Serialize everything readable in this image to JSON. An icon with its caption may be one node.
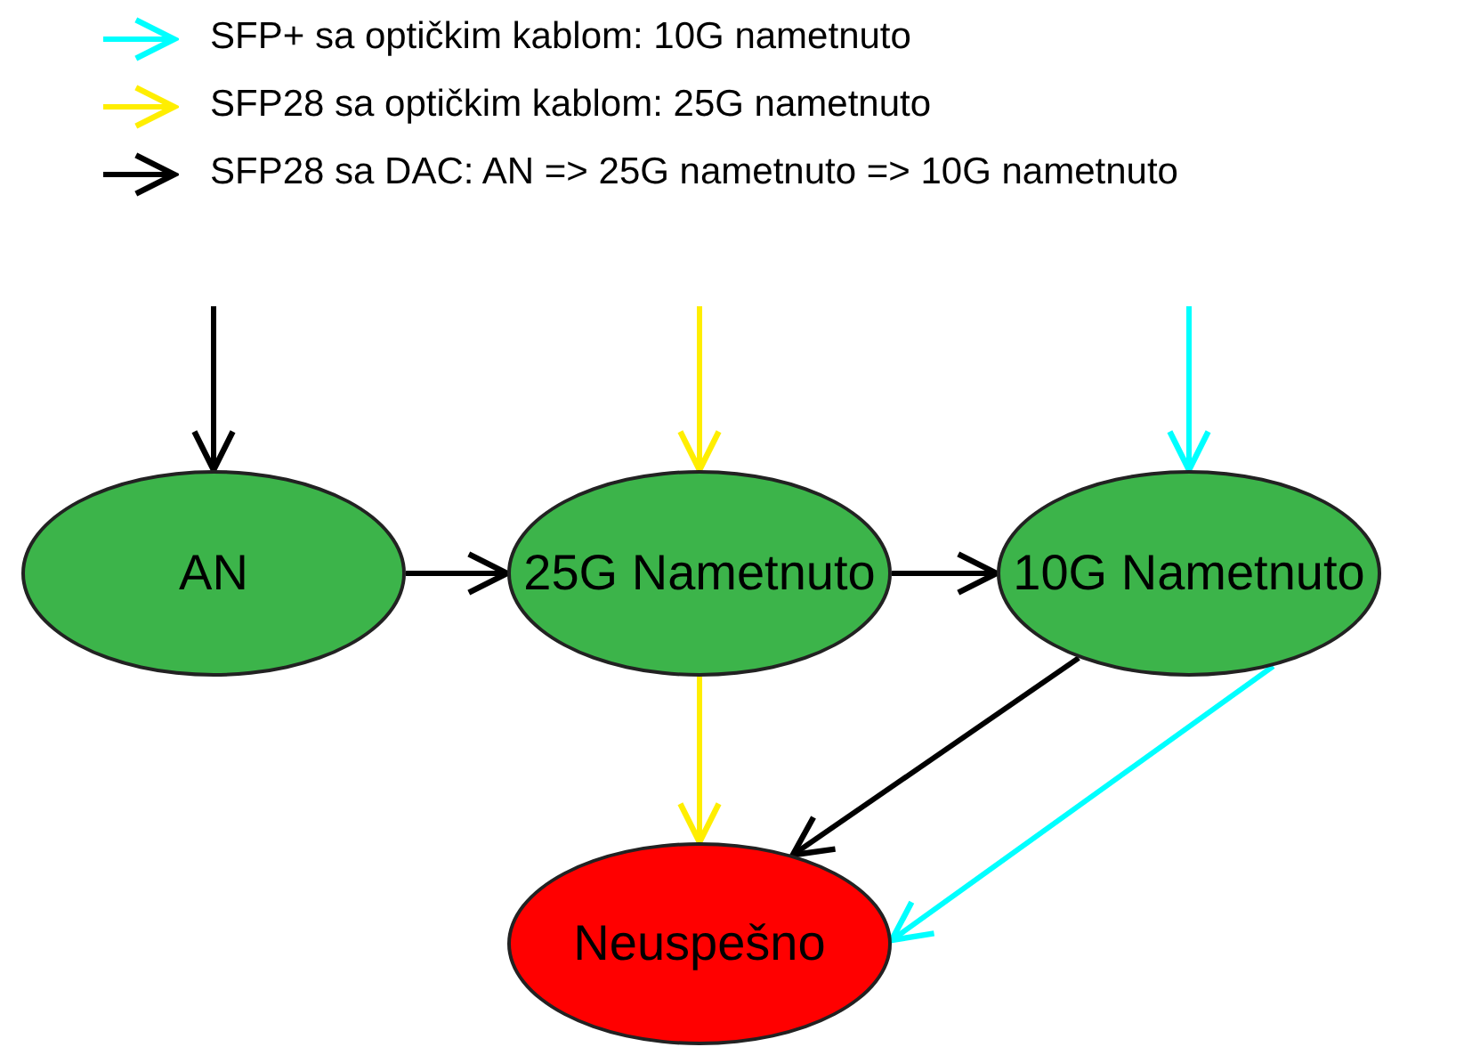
{
  "diagram": {
    "nodes": [
      {
        "text": [
          "AN"
        ]
      },
      {
        "text": [
          "25G Nametnuto"
        ]
      },
      {
        "text": [
          "10G Nametnuto"
        ]
      },
      {
        "text": [
          "Neuspešno"
        ]
      }
    ],
    "edges": [
      {
        "from": null,
        "to": 0,
        "arrow": "to"
      },
      {
        "from": null,
        "to": 1,
        "arrow": "to",
        "color": "#ffee00"
      },
      {
        "from": null,
        "to": 2,
        "arrow": "to",
        "color": "#00ffff"
      },
      {
        "from": 0,
        "to": 1,
        "arrow": "to"
      },
      {
        "from": 1,
        "to": 2,
        "arrow": "to"
      },
      {
        "from": 1,
        "to": 3,
        "arrow": "to",
        "color": "#ffee00"
      },
      {
        "from": 2,
        "to": 3,
        "arrow": "to"
      },
      {
        "from": 2,
        "to": 3,
        "arrow": "to",
        "color": "#00ffff"
      }
    ],
    "legend": [
      {
        "text": "SFP+ sa optičkim kablom: 10G nametnuto"
      },
      {
        "text": "SFP28 sa optičkim kablom: 25G nametnuto"
      },
      {
        "text": "SFP28 sa DAC: AN => 25G nametnuto => 10G nametnuto"
      }
    ]
  }
}
